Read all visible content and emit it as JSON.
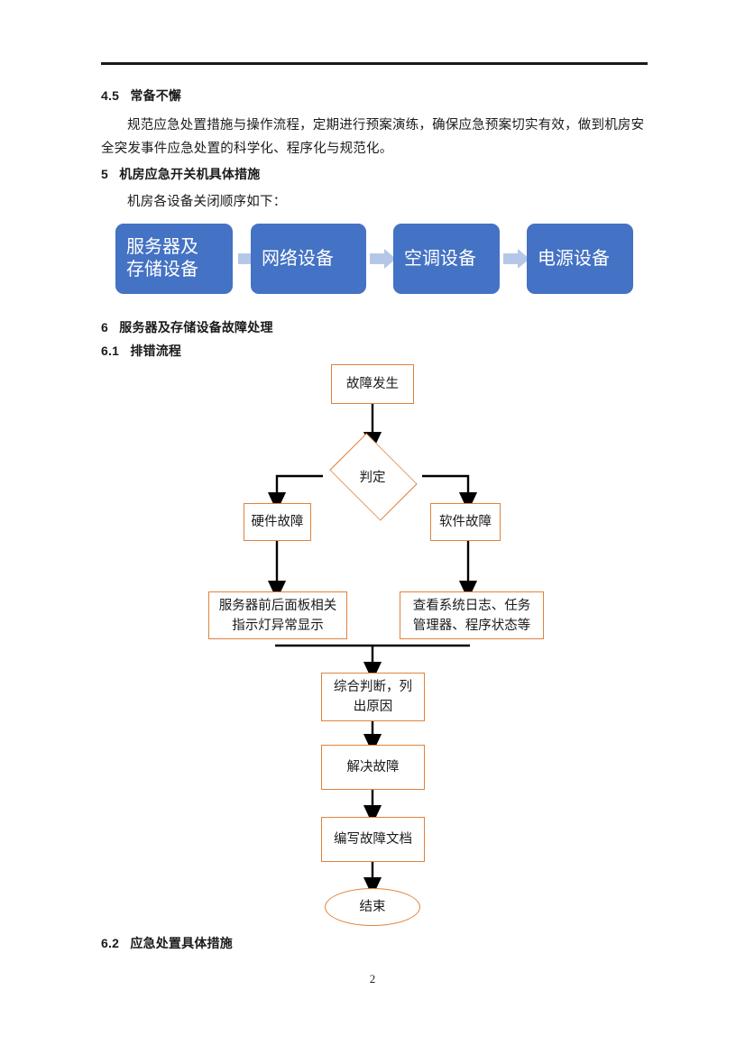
{
  "document": {
    "page_number": "2",
    "sections": [
      {
        "id": "s45",
        "number": "4.5",
        "title": "常备不懈"
      },
      {
        "id": "s5",
        "number": "5",
        "title": "机房应急开关机具体措施"
      },
      {
        "id": "s6",
        "number": "6",
        "title": "服务器及存储设备故障处理"
      },
      {
        "id": "s61",
        "number": "6.1",
        "title": "排错流程"
      },
      {
        "id": "s62",
        "number": "6.2",
        "title": "应急处置具体措施"
      }
    ],
    "headings": {
      "h45": "4.5   常备不懈",
      "h5": "5   机房应急开关机具体措施",
      "h6": "6   服务器及存储设备故障处理",
      "h61": "6.1   排错流程",
      "h62": "6.2   应急处置具体措施"
    },
    "paragraphs": {
      "p45": "规范应急处置措施与操作流程，定期进行预案演练，确保应急预案切实有效，做到机房安全突发事件应急处置的科学化、程序化与规范化。",
      "p5": "机房各设备关闭顺序如下："
    }
  },
  "shutdown_sequence": {
    "accent_color": "#4472C4",
    "arrow_color": "#B4C7E7",
    "text_color": "#FFFFFF",
    "steps": [
      {
        "label": "服务器及\n存储设备"
      },
      {
        "label": "网络设备"
      },
      {
        "label": "空调设备"
      },
      {
        "label": "电源设备"
      }
    ]
  },
  "troubleshooting_flowchart": {
    "border_color": "#E0823C",
    "connector_color": "#000000",
    "nodes": {
      "start": "故障发生",
      "decision": "判定",
      "branch_left": "硬件故障",
      "branch_right": "软件故障",
      "detail_left": "服务器前后面板相关指示灯异常显示",
      "detail_right": "查看系统日志、任务管理器、程序状态等",
      "analyze": "综合判断，列\n出原因",
      "resolve": "解决故障",
      "document": "编写故障文档",
      "end": "结束"
    }
  }
}
